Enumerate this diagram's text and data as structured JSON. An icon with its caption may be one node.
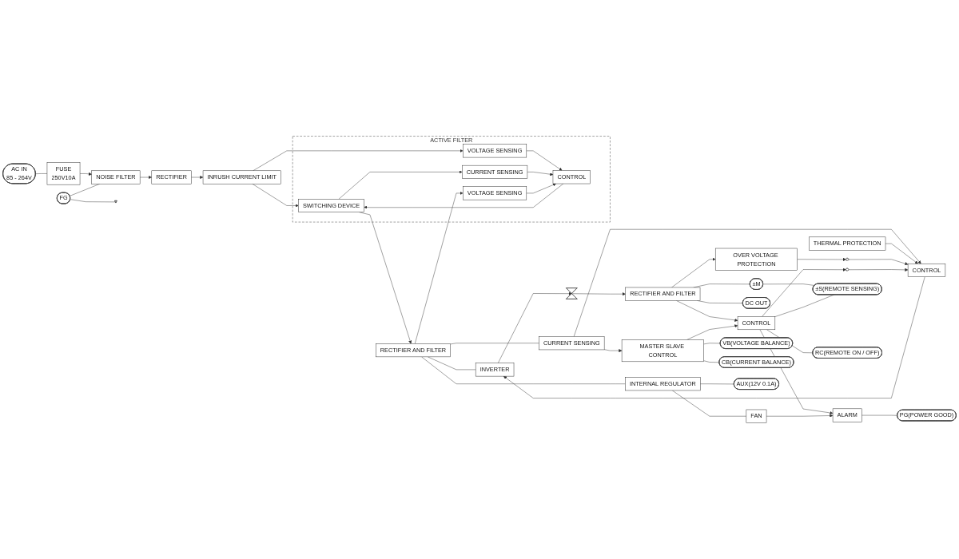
{
  "diagram": {
    "nodes": [
      {
        "text": [
          "AC IN",
          "85 - 264V"
        ]
      },
      {
        "text": [
          "FUSE",
          "250V10A"
        ]
      },
      {
        "text": [
          "NOISE FILTER"
        ]
      },
      {
        "text": [
          "RECTIFIER"
        ]
      },
      {
        "text": [
          "INRUSH CURRENT LIMIT"
        ]
      },
      {
        "text": [
          "FG"
        ]
      },
      {
        "text": [],
        "shape": "ground"
      },
      {
        "text": [
          "ACTIVE FILTER"
        ]
      },
      {
        "text": [
          "SWITCHING DEVICE"
        ],
        "in": 7
      },
      {
        "text": [
          "VOLTAGE SENSING"
        ],
        "in": 7
      },
      {
        "text": [
          "CURRENT SENSING"
        ],
        "in": 7
      },
      {
        "text": [
          "CONTROL"
        ],
        "in": 7
      },
      {
        "text": [
          "RECTIFIER AND FILTER"
        ]
      },
      {
        "text": [
          "VOLTAGE SENSING"
        ],
        "in": 7
      },
      {
        "text": [
          "INVERTER"
        ]
      },
      {
        "text": [],
        "shape": "transformer"
      },
      {
        "text": [
          "RECTIFIER AND FILTER"
        ]
      },
      {
        "text": [
          "CURRENT SENSING"
        ]
      },
      {
        "text": [
          "THERMAL PROTECTION"
        ]
      },
      {
        "text": [],
        "shape": "ellipse"
      },
      {
        "text": [
          "OVER VOLTAGE PROTECTION"
        ]
      },
      {
        "text": [
          "CONTROL"
        ]
      },
      {
        "text": [],
        "shape": "ellipse"
      },
      {
        "text": [
          "CONTROL"
        ]
      },
      {
        "text": [
          "MASTER SLAVE CONTROL"
        ]
      },
      {
        "text": [
          "INTERNAL REGULATOR"
        ]
      },
      {
        "text": [
          "FAN"
        ]
      },
      {
        "text": [
          "ALARM"
        ]
      },
      {
        "text": [
          "DC OUT"
        ]
      },
      {
        "text": [
          "±M"
        ]
      },
      {
        "text": [
          "±S(REMOTE SENSING)"
        ]
      },
      {
        "text": [
          "RC(REMOTE ON / OFF)"
        ]
      },
      {
        "text": [
          "VB(VOLTAGE BALANCE)"
        ]
      },
      {
        "text": [
          "CB(CURRENT BALANCE)"
        ]
      },
      {
        "text": [
          "PG(POWER GOOD)"
        ]
      },
      {
        "text": [
          "AUX(12V 0.1A)"
        ]
      }
    ],
    "edges": [
      {
        "from": 0,
        "to": 1,
        "arrow": "none"
      },
      {
        "from": 1,
        "to": 2,
        "arrow": "to"
      },
      {
        "from": 2,
        "to": 3,
        "arrow": "to"
      },
      {
        "from": 3,
        "to": 4,
        "arrow": "to"
      },
      {
        "from": 5,
        "to": 2,
        "arrow": "none"
      },
      {
        "from": 5,
        "to": 6,
        "arrow": "none"
      },
      {
        "from": 4,
        "to": 8,
        "arrow": "to"
      },
      {
        "from": 4,
        "to": 9,
        "arrow": "to"
      },
      {
        "from": 8,
        "to": 12,
        "arrow": "to"
      },
      {
        "from": 8,
        "to": 10,
        "arrow": "to"
      },
      {
        "from": 9,
        "to": 11,
        "arrow": "to"
      },
      {
        "from": 10,
        "to": 11,
        "arrow": "to"
      },
      {
        "from": 11,
        "to": 8,
        "arrow": "to"
      },
      {
        "from": 12,
        "to": 13,
        "arrow": "to"
      },
      {
        "from": 13,
        "to": 11,
        "arrow": "to"
      },
      {
        "from": 12,
        "to": 14,
        "arrow": "none"
      },
      {
        "from": 12,
        "to": 17,
        "arrow": "none"
      },
      {
        "from": 12,
        "to": 25,
        "arrow": "none"
      },
      {
        "from": 17,
        "to": 21,
        "arrow": "to"
      },
      {
        "from": 17,
        "to": 24,
        "arrow": "to"
      },
      {
        "from": 21,
        "to": 14,
        "arrow": "to"
      },
      {
        "from": 14,
        "to": 15,
        "arrow": "to"
      },
      {
        "from": 15,
        "to": 16,
        "arrow": "to"
      },
      {
        "from": 18,
        "to": 21,
        "arrow": "to"
      },
      {
        "from": 19,
        "to": 21,
        "arrow": "to"
      },
      {
        "from": 20,
        "to": 19,
        "arrow": "to"
      },
      {
        "from": 22,
        "to": 21,
        "arrow": "to"
      },
      {
        "from": 23,
        "to": 22,
        "arrow": "to"
      },
      {
        "from": 16,
        "to": 28,
        "arrow": "none"
      },
      {
        "from": 16,
        "to": 29,
        "arrow": "none"
      },
      {
        "from": 16,
        "to": 20,
        "arrow": "to"
      },
      {
        "from": 16,
        "to": 23,
        "arrow": "to"
      },
      {
        "from": 29,
        "to": 30,
        "arrow": "none"
      },
      {
        "from": 23,
        "to": 30,
        "arrow": "none"
      },
      {
        "from": 23,
        "to": 31,
        "arrow": "none"
      },
      {
        "from": 24,
        "to": 23,
        "arrow": "to"
      },
      {
        "from": 24,
        "to": 32,
        "arrow": "none"
      },
      {
        "from": 24,
        "to": 33,
        "arrow": "none"
      },
      {
        "from": 23,
        "to": 27,
        "arrow": "to"
      },
      {
        "from": 25,
        "to": 26,
        "arrow": "none"
      },
      {
        "from": 26,
        "to": 27,
        "arrow": "to"
      },
      {
        "from": 27,
        "to": 34,
        "arrow": "none"
      },
      {
        "from": 25,
        "to": 35,
        "arrow": "none"
      }
    ]
  }
}
